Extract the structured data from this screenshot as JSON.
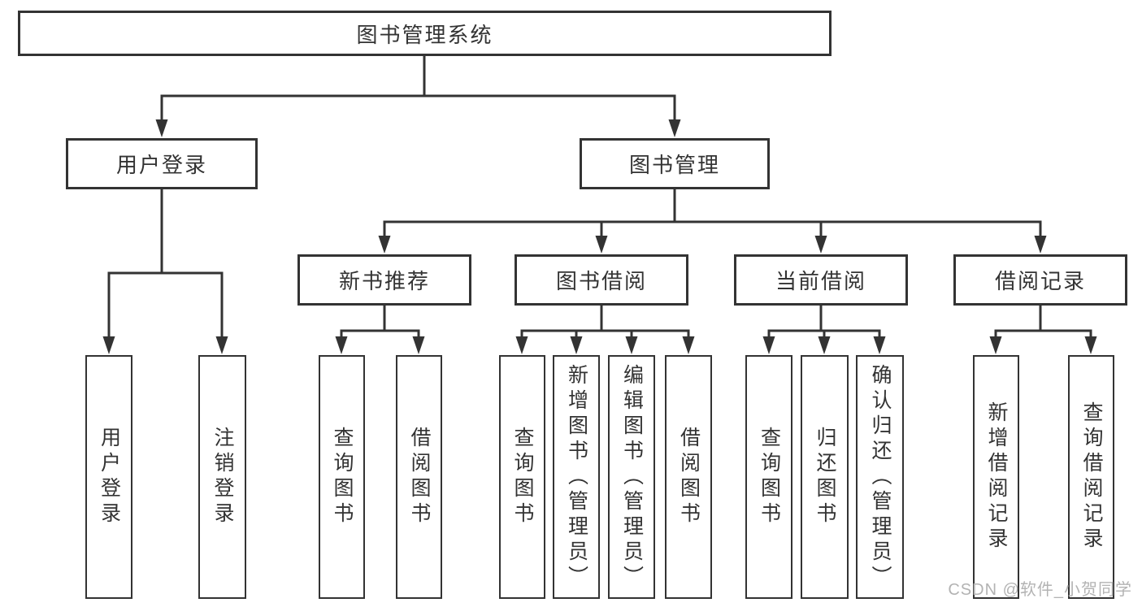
{
  "tree": {
    "root": {
      "label": "图书管理系统"
    },
    "branches": [
      {
        "label": "用户登录",
        "children": [
          {
            "label": "用户登录"
          },
          {
            "label": "注销登录"
          }
        ]
      },
      {
        "label": "图书管理",
        "children": [
          {
            "label": "新书推荐",
            "children": [
              {
                "label": "查询图书"
              },
              {
                "label": "借阅图书"
              }
            ]
          },
          {
            "label": "图书借阅",
            "children": [
              {
                "label": "查询图书"
              },
              {
                "label": "新增图书（管理员）"
              },
              {
                "label": "编辑图书（管理员）"
              },
              {
                "label": "借阅图书"
              }
            ]
          },
          {
            "label": "当前借阅",
            "children": [
              {
                "label": "查询图书"
              },
              {
                "label": "归还图书"
              },
              {
                "label": "确认归还（管理员）"
              }
            ]
          },
          {
            "label": "借阅记录",
            "children": [
              {
                "label": "新增借阅记录"
              },
              {
                "label": "查询借阅记录"
              }
            ]
          }
        ]
      }
    ]
  },
  "colors": {
    "line": "#333333",
    "box_fill": "#ffffff",
    "text": "#333333",
    "watermark": "#b3b3b3"
  },
  "watermark": {
    "text": "CSDN @软件_小贺同学"
  }
}
